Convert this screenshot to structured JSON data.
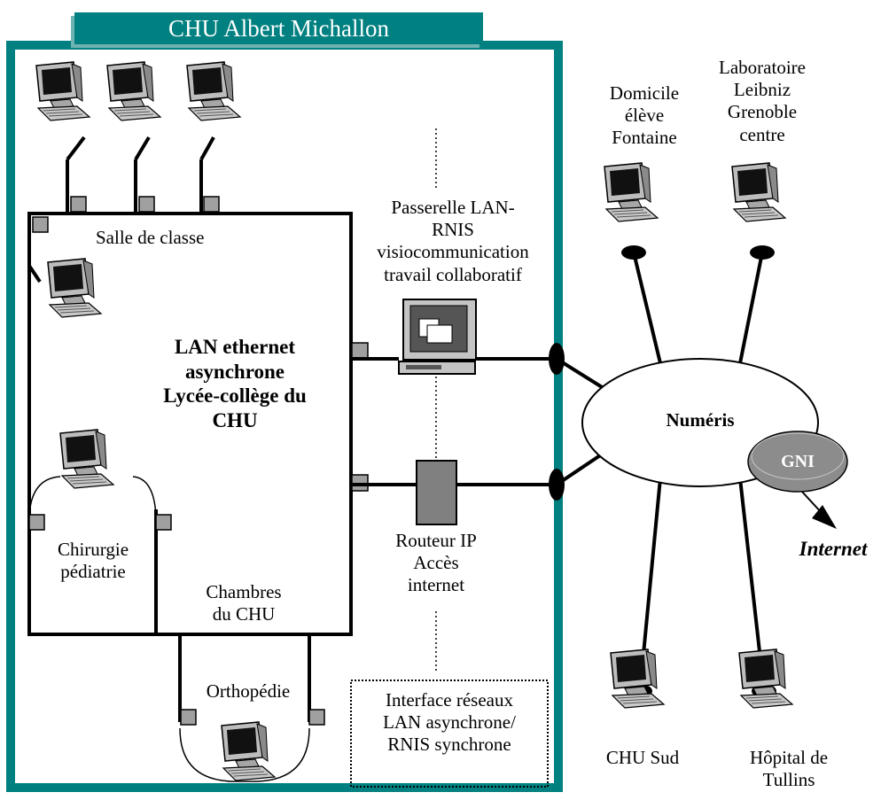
{
  "title": "CHU Albert Michallon",
  "labels": {
    "salle": "Salle de classe",
    "lan_line1": "LAN ethernet",
    "lan_line2": "asynchrone",
    "lan_line3": "Lycée-collège du",
    "lan_line4": "CHU",
    "chirurgie_line1": "Chirurgie",
    "chirurgie_line2": "pédiatrie",
    "chambres_line1": "Chambres",
    "chambres_line2": "du CHU",
    "orthopedie": "Orthopédie",
    "passerelle_line1": "Passerelle LAN-",
    "passerelle_line2": "RNIS",
    "passerelle_line3": "visiocommunication",
    "passerelle_line4": "travail collaboratif",
    "routeur_line1": "Routeur IP",
    "routeur_line2": "Accès",
    "routeur_line3": "internet",
    "interface_line1": "Interface réseaux",
    "interface_line2": "LAN asynchrone/",
    "interface_line3": "RNIS synchrone",
    "domicile_line1": "Domicile",
    "domicile_line2": "élève",
    "domicile_line3": "Fontaine",
    "labo_line1": "Laboratoire",
    "labo_line2": "Leibniz",
    "labo_line3": "Grenoble",
    "labo_line4": "centre",
    "numeris": "Numéris",
    "gni": "GNI",
    "internet": "Internet",
    "chu_sud": "CHU Sud",
    "hopital_line1": "Hôpital de",
    "hopital_line2": "Tullins"
  },
  "colors": {
    "teal": "#008080",
    "connector_gray": "#a0a0a0",
    "router_gray": "#808080",
    "gni_gray": "#8c8c8c"
  }
}
